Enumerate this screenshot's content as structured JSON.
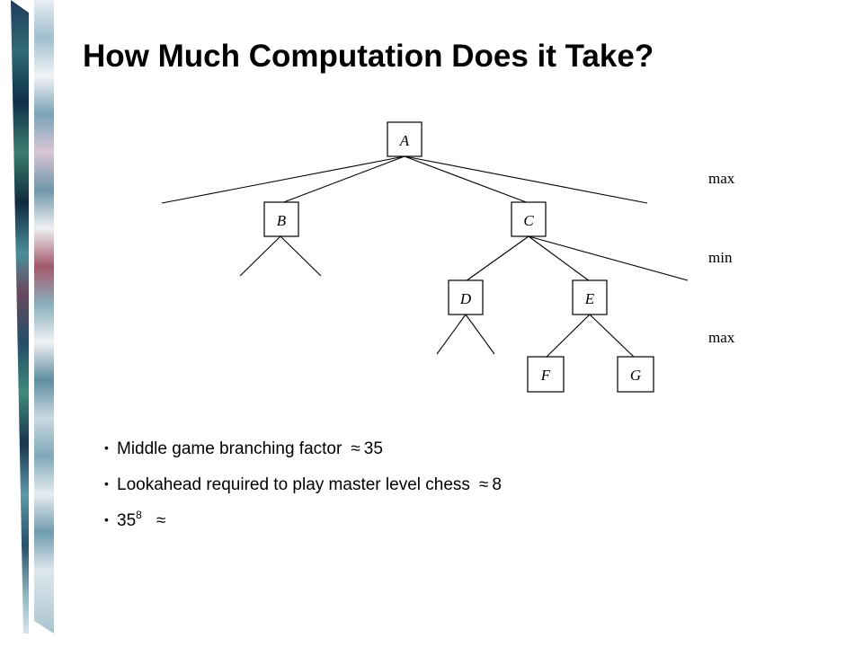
{
  "slide": {
    "title": "How Much Computation Does it Take?"
  },
  "tree": {
    "nodes": {
      "A": "A",
      "B": "B",
      "C": "C",
      "D": "D",
      "E": "E",
      "F": "F",
      "G": "G"
    },
    "levels": [
      "max",
      "min",
      "max"
    ]
  },
  "bullets": [
    {
      "text": "Middle game branching factor",
      "approx": "≈",
      "value": "35"
    },
    {
      "text": "Lookahead required to play master level chess",
      "approx": "≈",
      "value": "8"
    },
    {
      "base": "35",
      "exponent": "8",
      "approx": "≈"
    }
  ],
  "colors": {
    "text": "#000000",
    "background": "#ffffff"
  }
}
